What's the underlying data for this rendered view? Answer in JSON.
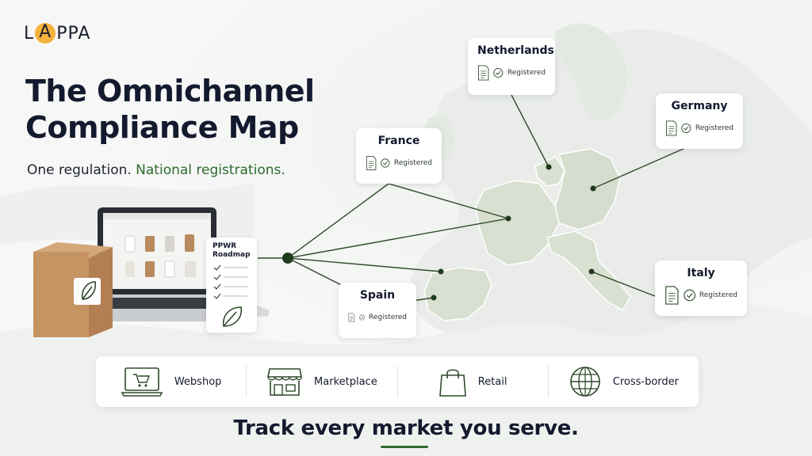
{
  "brand": {
    "logo_left": "L",
    "logo_circle": "A",
    "logo_right": "PPA",
    "accent_color": "#f4b23a"
  },
  "headline": {
    "line1": "The Omnichannel",
    "line2": "Compliance Map"
  },
  "subtitle": {
    "part1": "One regulation. ",
    "part2": "National registrations.",
    "accent_color": "#2f6a2c"
  },
  "roadmap": {
    "line1": "PPWR",
    "line2": "Roadmap"
  },
  "countries": [
    {
      "name": "Netherlands",
      "status": "Registered"
    },
    {
      "name": "Germany",
      "status": "Registered"
    },
    {
      "name": "France",
      "status": "Registered"
    },
    {
      "name": "Spain",
      "status": "Registered"
    },
    {
      "name": "Italy",
      "status": "Registered"
    }
  ],
  "channels": [
    {
      "label": "Webshop",
      "icon": "laptop-cart-icon"
    },
    {
      "label": "Marketplace",
      "icon": "storefront-icon"
    },
    {
      "label": "Retail",
      "icon": "shopping-bag-icon"
    },
    {
      "label": "Cross-border",
      "icon": "globe-icon"
    }
  ],
  "tagline": "Track every market you serve.",
  "colors": {
    "map_fill": "#dfe4d8",
    "line": "#2f4a2b",
    "hub": "#1f3a1c",
    "text": "#141a2e"
  }
}
